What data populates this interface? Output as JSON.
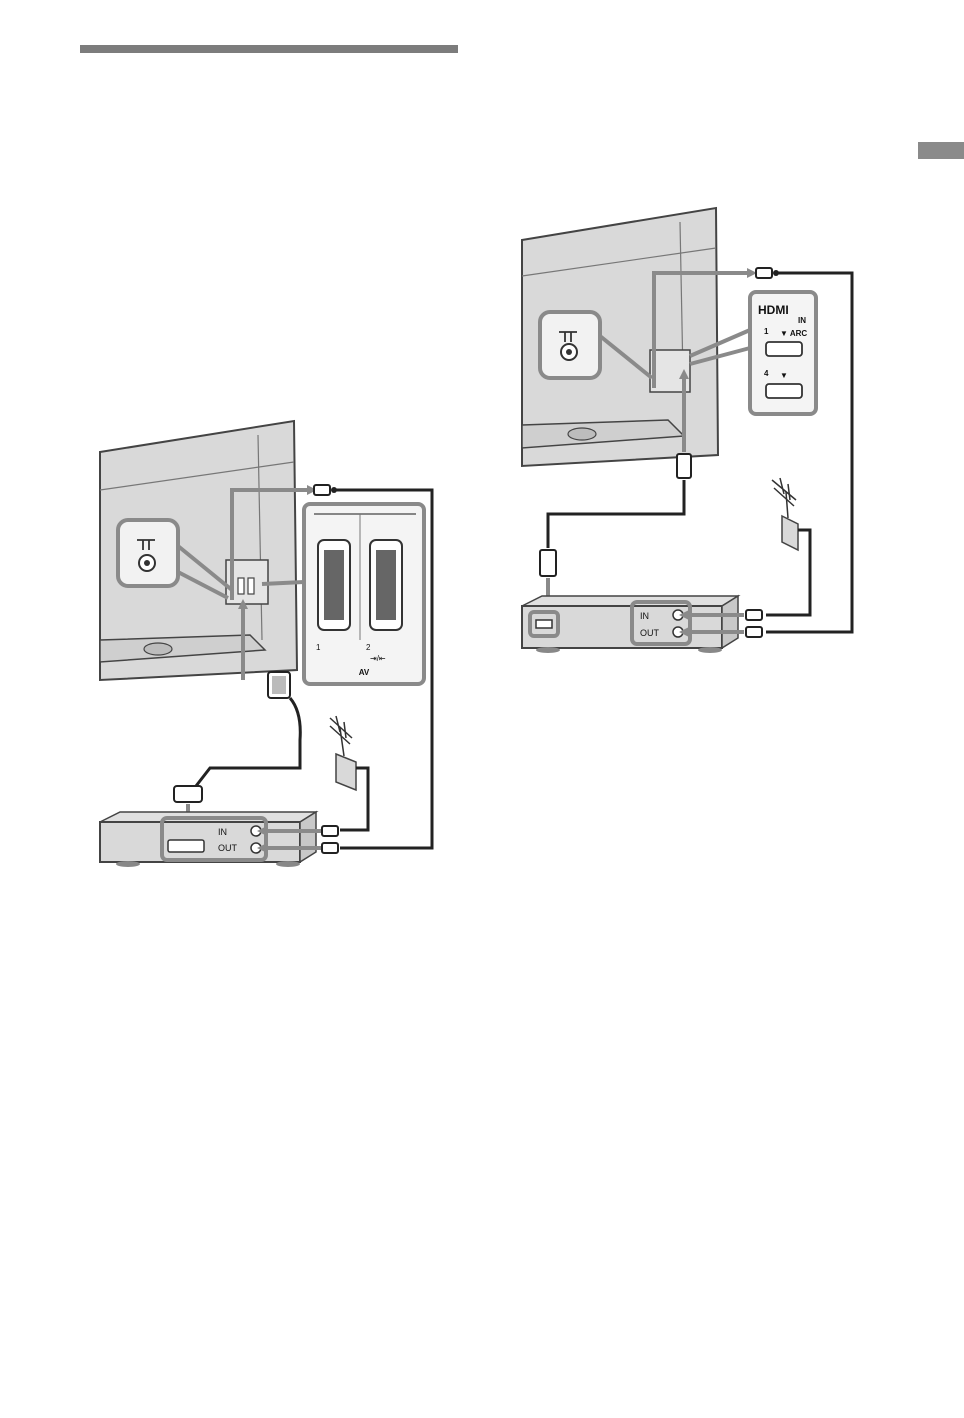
{
  "diagram_scart": {
    "scart_panel": {
      "port_1": "1",
      "port_2": "2",
      "port_symbols": "⇥/⇤",
      "label": "AV"
    },
    "device": {
      "in_label": "IN",
      "out_label": "OUT"
    }
  },
  "diagram_hdmi": {
    "hdmi_panel": {
      "logo": "HDMI",
      "sub": "IN",
      "port_1": "1",
      "port_1_label": "▼ ARC",
      "port_4": "4",
      "port_4_label": "▼"
    },
    "device": {
      "in_label": "IN",
      "out_label": "OUT"
    }
  },
  "colors": {
    "tv_body": "#d9d9d9",
    "outline": "#444444",
    "highlight": "#8a8a8a",
    "cable": "#222222"
  },
  "icons": [
    "antenna-socket-icon",
    "aerial-icon",
    "scart-plug-icon",
    "hdmi-plug-icon",
    "rf-plug-icon"
  ]
}
